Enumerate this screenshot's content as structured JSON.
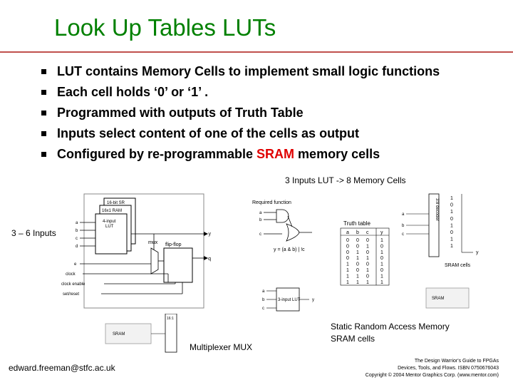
{
  "slide": {
    "title": "Look Up Tables LUTs",
    "bullets": [
      {
        "text": "LUT contains Memory Cells to implement small logic functions"
      },
      {
        "text": "Each cell holds ‘0’ or ‘1’ ."
      },
      {
        "text": "Programmed with outputs of Truth Table"
      },
      {
        "text": "Inputs select content of one of the cells as output"
      },
      {
        "text_before": "Configured by re-programmable ",
        "highlight": "SRAM",
        "text_after": " memory cells"
      }
    ],
    "lut_caption": "3 Inputs LUT -> 8 Memory Cells",
    "inputs_caption": "3 – 6 Inputs",
    "mux_caption": "Multiplexer MUX",
    "sram_caption_line1": "Static Random Access Memory",
    "sram_caption_line2": "SRAM cells",
    "email": "edward.freeman@stfc.ac.uk",
    "credit": [
      "The Design Warrior's Guide to FPGAs",
      "Devices, Tools, and Flows. ISBN 0750676043",
      "Copyright © 2004 Mentor Graphics Corp. (www.mentor.com)"
    ],
    "accent_color": "#008000",
    "highlight_color": "#e00000"
  },
  "figure_left": {
    "labels": {
      "sr16": "16-bit SR",
      "ram16": "16x1 RAM",
      "lut": "4-input\nLUT",
      "in_a": "a",
      "in_b": "b",
      "in_c": "c",
      "in_d": "d",
      "mux": "mux",
      "flipflop": "flip-flop",
      "out_y": "y",
      "out_q": "q",
      "in_e": "e",
      "clock": "clock",
      "clock_enable": "clock enable",
      "setreset": "set/reset"
    }
  },
  "figure_right": {
    "labels": {
      "required_function": "Required function",
      "truth_table": "Truth table",
      "equation": "y = (a & b) | !c",
      "decoder": "3:8 decoder",
      "sram_cells": "SRAM cells",
      "lut3": "3-input LUT",
      "sram": "SRAM"
    },
    "truth_table_header": [
      "a",
      "b",
      "c",
      "y"
    ],
    "truth_table_rows": [
      [
        "0",
        "0",
        "0",
        "1"
      ],
      [
        "0",
        "0",
        "1",
        "0"
      ],
      [
        "0",
        "1",
        "0",
        "1"
      ],
      [
        "0",
        "1",
        "1",
        "0"
      ],
      [
        "1",
        "0",
        "0",
        "1"
      ],
      [
        "1",
        "0",
        "1",
        "0"
      ],
      [
        "1",
        "1",
        "0",
        "1"
      ],
      [
        "1",
        "1",
        "1",
        "1"
      ]
    ],
    "cell_values": [
      "1",
      "0",
      "1",
      "0",
      "1",
      "0",
      "1",
      "1"
    ]
  },
  "figure_mux": {
    "labels": {
      "sram": "SRAM",
      "mux_small": "16:1"
    }
  }
}
